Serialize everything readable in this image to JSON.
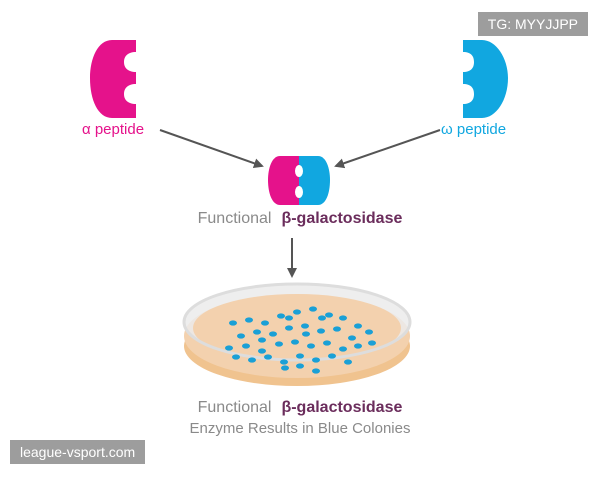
{
  "colors": {
    "alpha": "#e5128b",
    "omega": "#11a7e0",
    "enzyme_text": "#6b2d5c",
    "arrow": "#555555",
    "caption": "#8a8a8a",
    "colony": "#1aa0d6",
    "agar": "#f3d1ae",
    "dish_edge": "#e8e8e8"
  },
  "labels": {
    "alpha": "α peptide",
    "omega": "ω peptide"
  },
  "caption_top": {
    "prefix": "Functional",
    "enzyme": "β-galactosidase"
  },
  "caption_bottom": {
    "prefix": "Functional",
    "enzyme": "β-galactosidase",
    "line2": "Enzyme Results in Blue Colonies"
  },
  "watermarks": {
    "tag": "TG: MYYJJPP",
    "site": "league-vsport.com"
  }
}
